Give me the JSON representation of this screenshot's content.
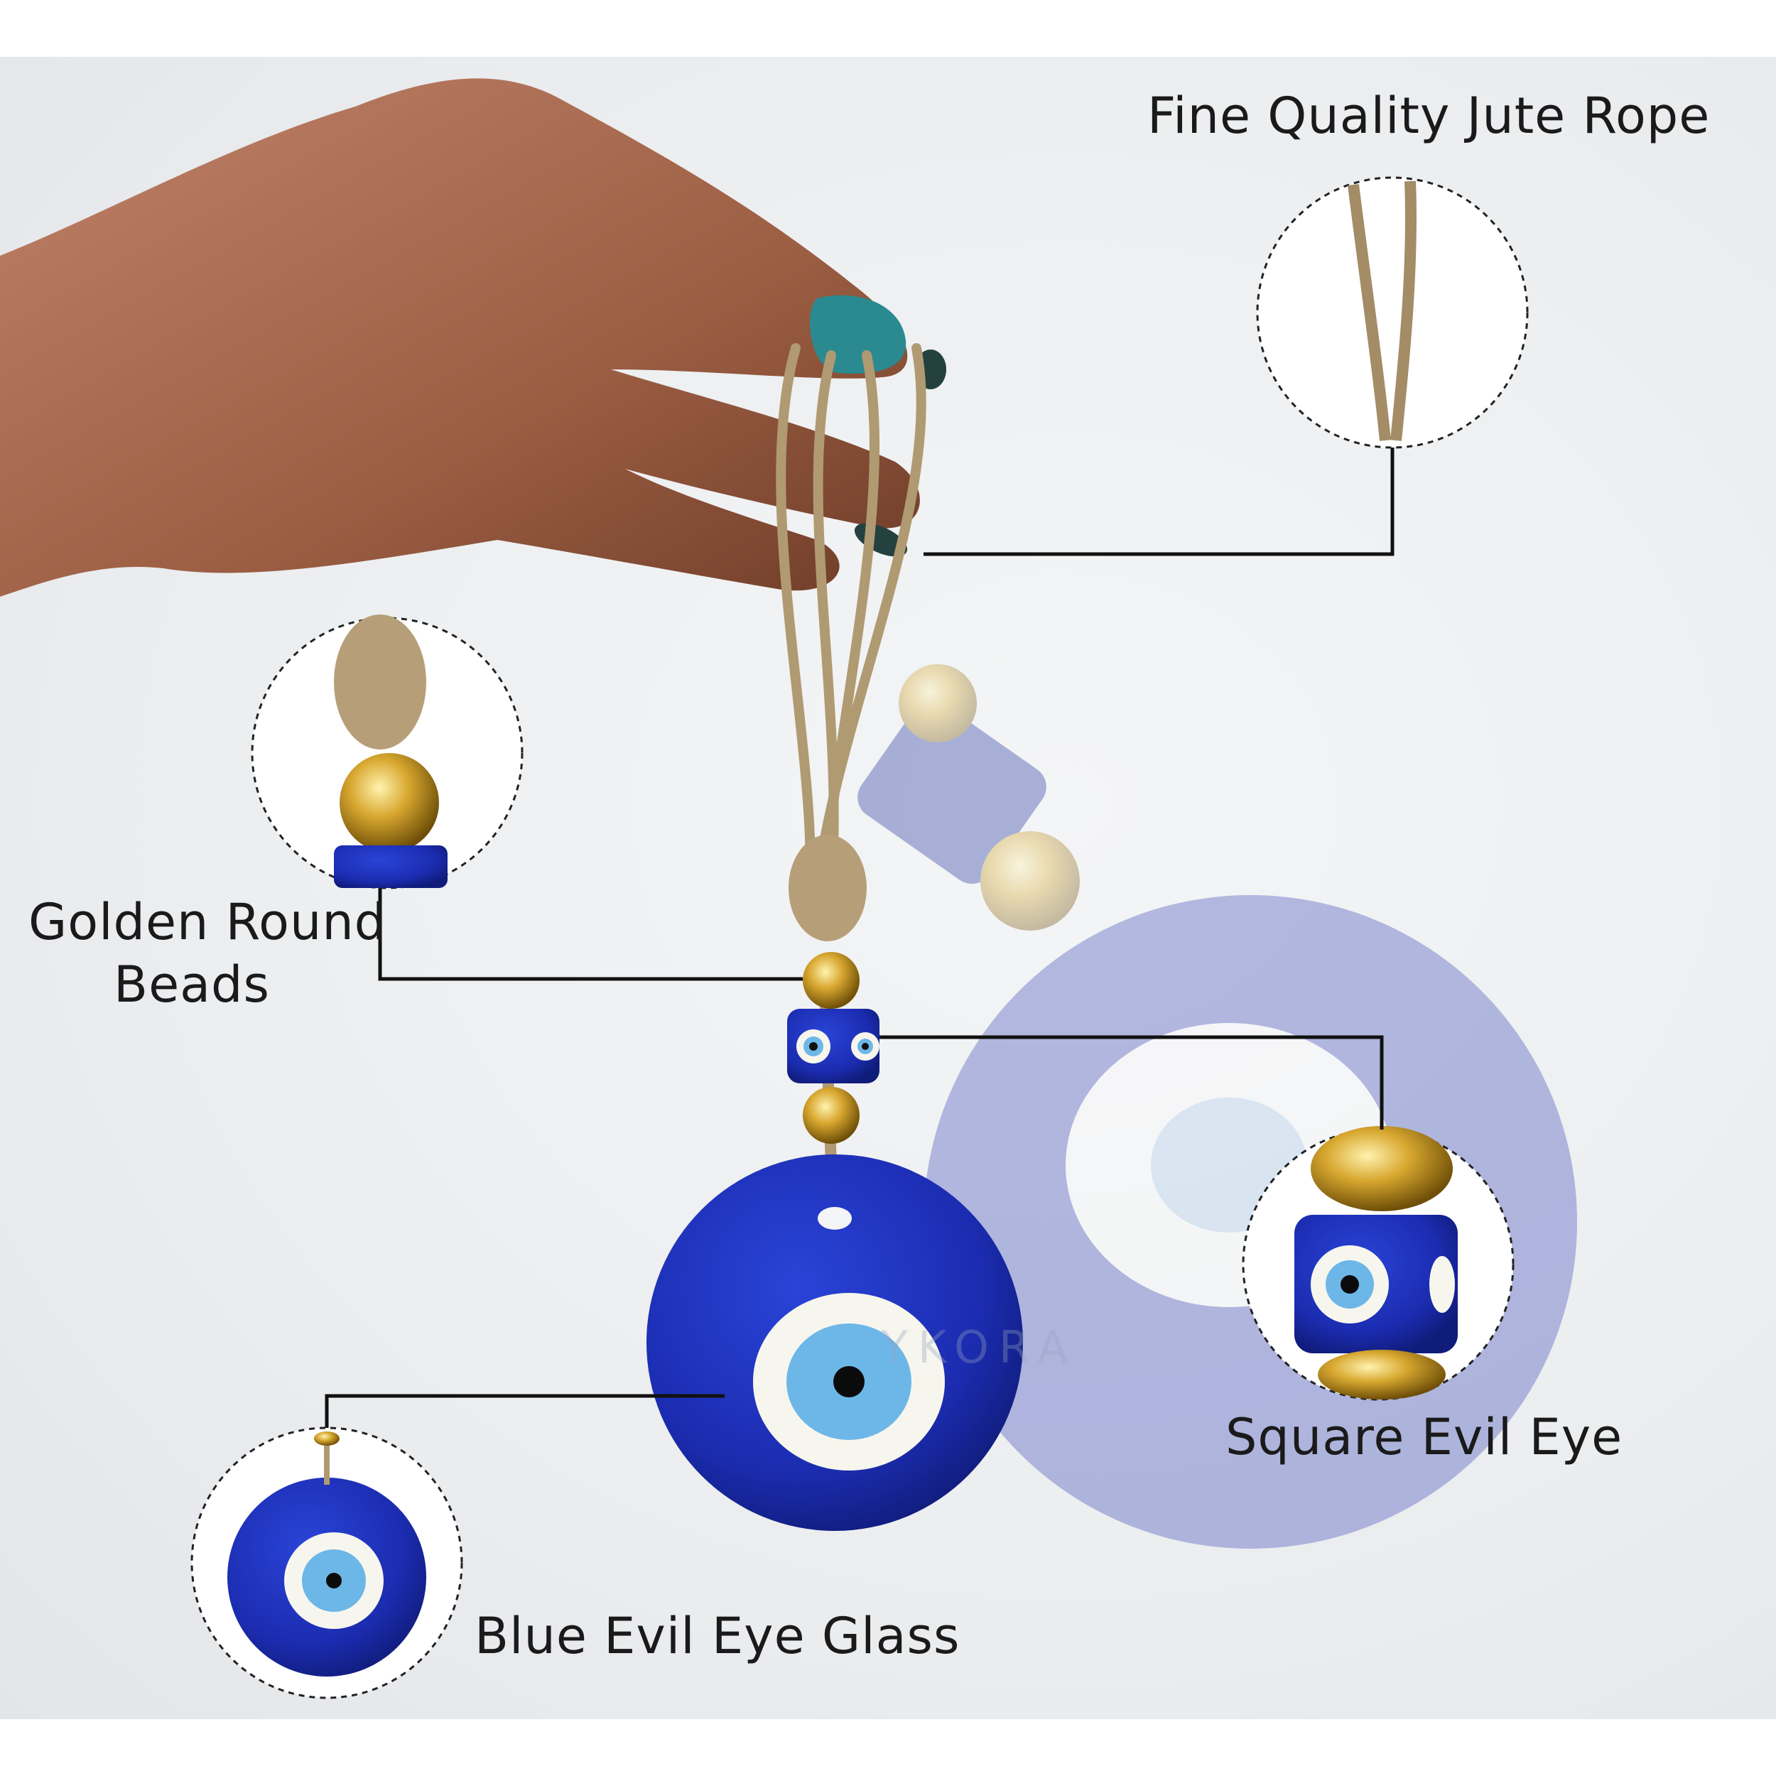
{
  "labels": {
    "rope": "Fine Quality Jute Rope",
    "beads_line1": "Golden Round",
    "beads_line2": "Beads",
    "square_eye": "Square Evil Eye",
    "glass": "Blue Evil Eye Glass"
  },
  "watermark": "YKORA",
  "colors": {
    "evil_eye_blue": "#1a2fb8",
    "eye_white": "#f7f6ee",
    "eye_light_blue": "#6db7e8",
    "gold": "#c9a12b",
    "jute": "#b09a72",
    "nail": "#2a8a90",
    "skin": "#a86a4e"
  }
}
